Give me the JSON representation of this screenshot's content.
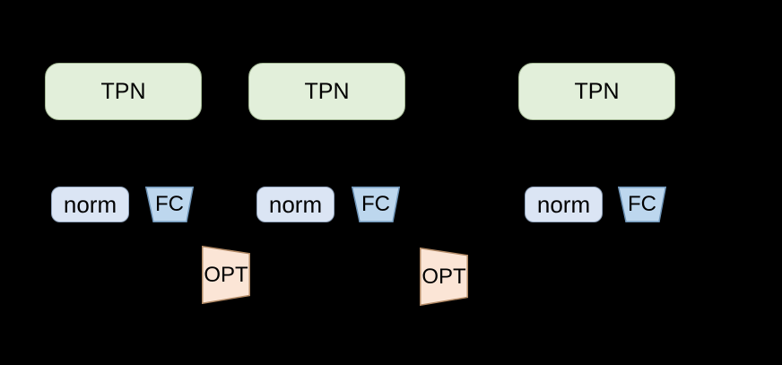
{
  "canvas": {
    "background": "#000000"
  },
  "palette": {
    "tpn_fill": "#e2efda",
    "tpn_border": "#a3b894",
    "norm_fill": "#dbe5f4",
    "norm_border": "#93a5bd",
    "fc_fill": "#bdd7ee",
    "fc_border": "#6f95b8",
    "opt_fill": "#fbe5d6",
    "opt_border": "#b28a66",
    "label_color": "#000000"
  },
  "diagram": {
    "tpn_blocks": [
      {
        "label": "TPN"
      },
      {
        "label": "TPN"
      },
      {
        "label": "TPN"
      }
    ],
    "norm_blocks": [
      {
        "label": "norm"
      },
      {
        "label": "norm"
      },
      {
        "label": "norm"
      }
    ],
    "fc_blocks": [
      {
        "label": "FC"
      },
      {
        "label": "FC"
      },
      {
        "label": "FC"
      }
    ],
    "opt_blocks": [
      {
        "label": "OPT"
      },
      {
        "label": "OPT"
      }
    ]
  }
}
